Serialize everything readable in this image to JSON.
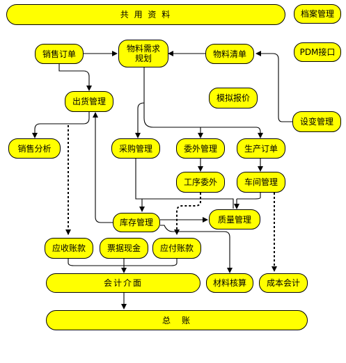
{
  "nodes": {
    "gongyong": "共 用 资 料",
    "dangan": "档案管理",
    "pdm": "PDM接口",
    "xiaoshou_dingdan": "销售订单",
    "wuliao_xuqiu": "物料需求\n规划",
    "wuliao_qingdan": "物料清单",
    "chuhuo": "出货管理",
    "moni_baojia": "模拟报价",
    "shebian": "设变管理",
    "xiaoshou_fenxi": "销售分析",
    "caigou": "采购管理",
    "weiwai": "委外管理",
    "shengchan_dingdan": "生产订单",
    "gongxu_weiwai": "工序委外",
    "chejian": "车间管理",
    "kucun": "库存管理",
    "zhiliang": "质量管理",
    "yingshou": "应收账款",
    "piaoju": "票据现金",
    "yingfu": "应付账款",
    "kuaiji_jiemian": "会计介面",
    "cailiao_hesuan": "材料核算",
    "chengben_kuaiji": "成本会计",
    "zongzhang": "总　账"
  },
  "colors": {
    "node_fill": "#ffff00",
    "stroke": "#000000"
  }
}
